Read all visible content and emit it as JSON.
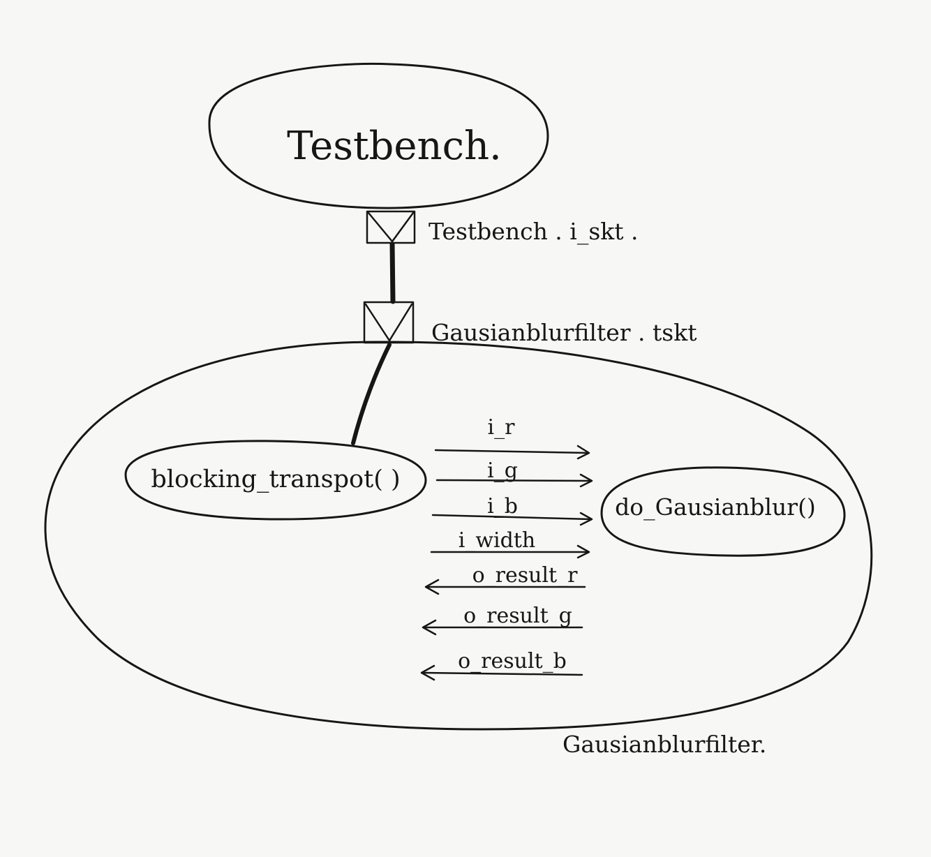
{
  "nodes": {
    "testbench": {
      "label": "Testbench."
    },
    "blocking_transport": {
      "label": "blocking_transpot( )"
    },
    "do_gaussian_blur": {
      "label": "do_Gausianblur()"
    },
    "filter": {
      "label": "Gausianblurfilter."
    }
  },
  "sockets": {
    "initiator": {
      "label": "Testbench . i_skt ."
    },
    "target": {
      "label": "Gausianblurfilter . tskt"
    }
  },
  "signals": {
    "inputs": [
      {
        "label": "i_r"
      },
      {
        "label": "i_g"
      },
      {
        "label": "i_b"
      },
      {
        "label": "i_width"
      }
    ],
    "outputs": [
      {
        "label": "o_result_r"
      },
      {
        "label": "o_result_g"
      },
      {
        "label": "o_result_b"
      }
    ]
  },
  "colors": {
    "ink": "#161616",
    "paper": "#f7f7f5"
  }
}
